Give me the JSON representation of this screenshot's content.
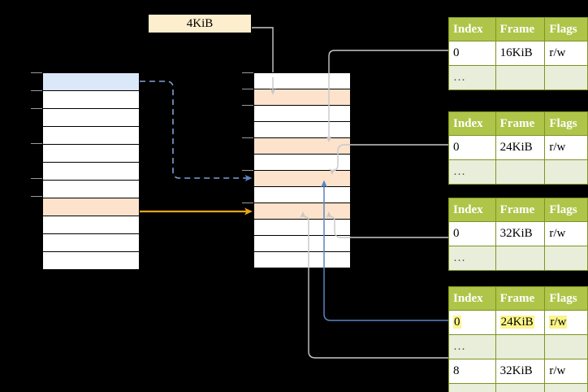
{
  "diagram": {
    "title": "4KiB",
    "page_size_label": "4KiB"
  },
  "colors": {
    "header_green": "#aec549",
    "header_border": "#7d9422",
    "ellipsis_row": "#e9eeda",
    "peach_row": "#fde3cb",
    "blue_row": "#dbe8fa",
    "label_bg": "#fdeecd",
    "highlight_yellow": "#fbf58a",
    "orange_arrow": "#e8a317",
    "blue_arrow": "#5b84c4",
    "gray_arrow": "#c8c8c8",
    "background": "#000000"
  },
  "left_column": {
    "name": "virtual-address-space",
    "rows": [
      {
        "label": "",
        "fill": "blue"
      },
      {
        "label": "",
        "fill": "white"
      },
      {
        "label": "",
        "fill": "white"
      },
      {
        "label": "",
        "fill": "white"
      },
      {
        "label": "",
        "fill": "white"
      },
      {
        "label": "",
        "fill": "white"
      },
      {
        "label": "",
        "fill": "white"
      },
      {
        "label": "",
        "fill": "peach"
      },
      {
        "label": "",
        "fill": "white"
      },
      {
        "label": "",
        "fill": "white"
      },
      {
        "label": "",
        "fill": "white"
      }
    ]
  },
  "middle_column": {
    "name": "physical-memory",
    "rows": [
      {
        "label": "",
        "fill": "white"
      },
      {
        "label": "",
        "fill": "peach"
      },
      {
        "label": "",
        "fill": "white"
      },
      {
        "label": "",
        "fill": "white"
      },
      {
        "label": "",
        "fill": "peach"
      },
      {
        "label": "",
        "fill": "white"
      },
      {
        "label": "",
        "fill": "peach"
      },
      {
        "label": "",
        "fill": "white"
      },
      {
        "label": "",
        "fill": "peach"
      },
      {
        "label": "",
        "fill": "white"
      },
      {
        "label": "",
        "fill": "white"
      },
      {
        "label": "",
        "fill": "white"
      }
    ]
  },
  "tables": [
    {
      "name": "page-table-1",
      "headers": [
        "Index",
        "Frame",
        "Flags"
      ],
      "rows": [
        {
          "cells": [
            "0",
            "16KiB",
            "r/w"
          ],
          "type": "data",
          "highlight": []
        },
        {
          "cells": [
            "…",
            "",
            ""
          ],
          "type": "ellipsis",
          "highlight": []
        }
      ]
    },
    {
      "name": "page-table-2",
      "headers": [
        "Index",
        "Frame",
        "Flags"
      ],
      "rows": [
        {
          "cells": [
            "0",
            "24KiB",
            "r/w"
          ],
          "type": "data",
          "highlight": []
        },
        {
          "cells": [
            "…",
            "",
            ""
          ],
          "type": "ellipsis",
          "highlight": []
        }
      ]
    },
    {
      "name": "page-table-3",
      "headers": [
        "Index",
        "Frame",
        "Flags"
      ],
      "rows": [
        {
          "cells": [
            "0",
            "32KiB",
            "r/w"
          ],
          "type": "data",
          "highlight": []
        },
        {
          "cells": [
            "…",
            "",
            ""
          ],
          "type": "ellipsis",
          "highlight": []
        }
      ]
    },
    {
      "name": "page-table-4",
      "headers": [
        "Index",
        "Frame",
        "Flags"
      ],
      "rows": [
        {
          "cells": [
            "0",
            "24KiB",
            "r/w"
          ],
          "type": "data",
          "highlight": [
            0,
            1,
            2
          ]
        },
        {
          "cells": [
            "…",
            "",
            ""
          ],
          "type": "ellipsis",
          "highlight": []
        },
        {
          "cells": [
            "8",
            "32KiB",
            "r/w"
          ],
          "type": "data",
          "highlight": []
        },
        {
          "cells": [
            "…",
            "",
            ""
          ],
          "type": "ellipsis",
          "highlight": []
        }
      ]
    }
  ]
}
